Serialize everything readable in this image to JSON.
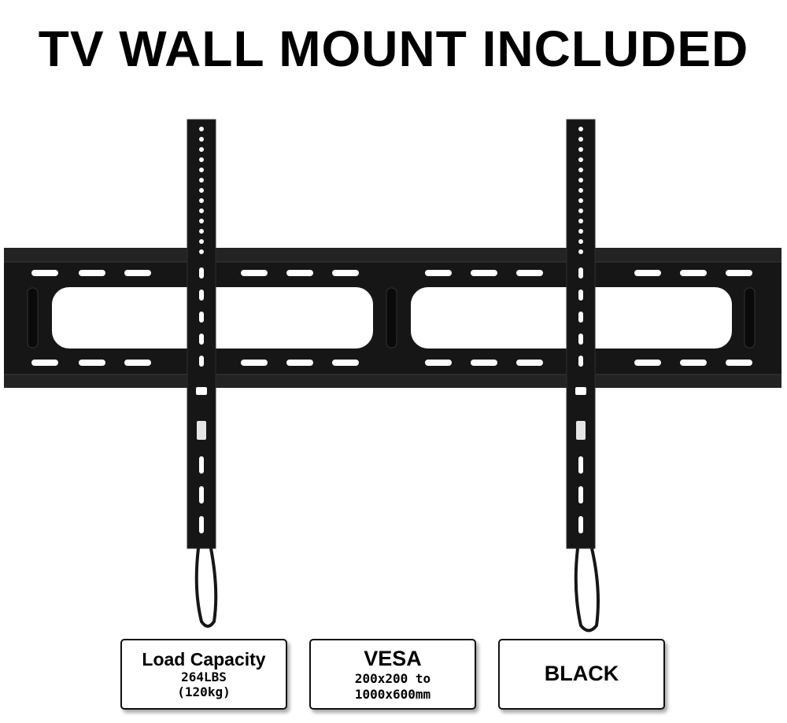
{
  "headline": "TV WALL MOUNT INCLUDED",
  "colors": {
    "mount": "#161616",
    "mount_edge": "#2a2a2a",
    "background": "#ffffff",
    "text": "#000000"
  },
  "product": {
    "icon": "tv-wall-mount-bracket"
  },
  "specs": {
    "load": {
      "title": "Load Capacity",
      "line1": "264LBS",
      "line2": "(120kg)"
    },
    "vesa": {
      "title": "VESA",
      "line1": "200x200 to",
      "line2": "1000x600mm"
    },
    "color": {
      "title": "BLACK"
    }
  }
}
